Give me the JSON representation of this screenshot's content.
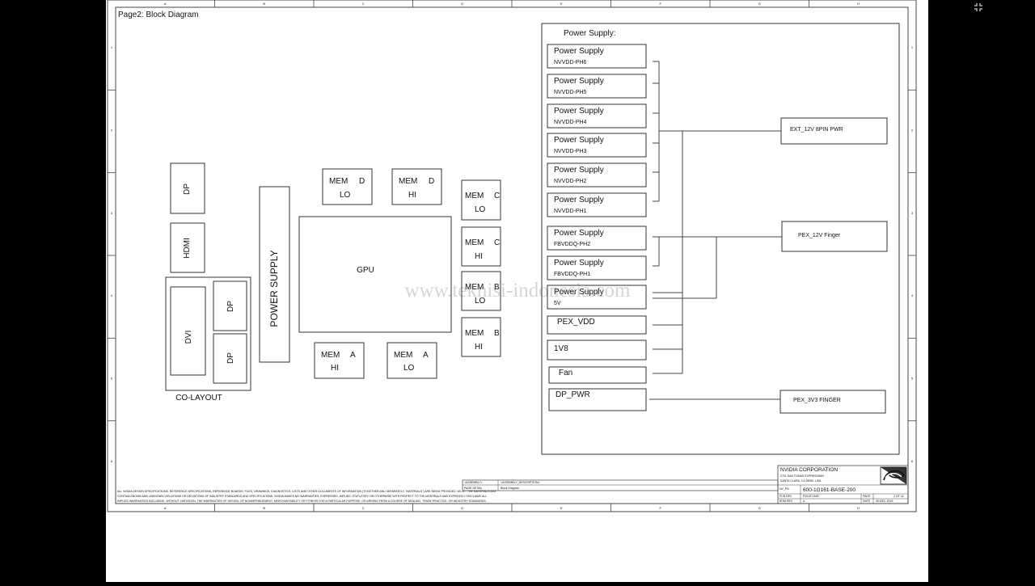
{
  "page_title": "Page2: Block Diagram",
  "watermark": "www.teknisi-indonesia.com",
  "border": {
    "columns": [
      "A",
      "B",
      "C",
      "D",
      "E",
      "F",
      "G",
      "H"
    ],
    "rows": [
      "1",
      "2",
      "3",
      "4",
      "5",
      "6"
    ]
  },
  "connectors": {
    "dp_top": "DP",
    "hdmi": "HDMI",
    "dvi": "DVI",
    "dp_a": "DP",
    "dp_b": "DP",
    "colayout": "CO-LAYOUT",
    "power_supply": "POWER SUPPLY"
  },
  "gpu": "GPU",
  "memory": [
    {
      "mem": "MEM",
      "ch": "D",
      "half": "LO"
    },
    {
      "mem": "MEM",
      "ch": "D",
      "half": "HI"
    },
    {
      "mem": "MEM",
      "ch": "C",
      "half": "LO"
    },
    {
      "mem": "MEM",
      "ch": "C",
      "half": "HI"
    },
    {
      "mem": "MEM",
      "ch": "B",
      "half": "LO"
    },
    {
      "mem": "MEM",
      "ch": "B",
      "half": "HI"
    },
    {
      "mem": "MEM",
      "ch": "A",
      "half": "HI"
    },
    {
      "mem": "MEM",
      "ch": "A",
      "half": "LO"
    }
  ],
  "power": {
    "heading": "Power Supply:",
    "rails": [
      {
        "title": "Power Supply",
        "sub": "NVVDD-PH6"
      },
      {
        "title": "Power Supply",
        "sub": "NVVDD-PH5"
      },
      {
        "title": "Power Supply",
        "sub": "NVVDD-PH4"
      },
      {
        "title": "Power Supply",
        "sub": "NVVDD-PH3"
      },
      {
        "title": "Power Supply",
        "sub": "NVVDD-PH2"
      },
      {
        "title": "Power Supply",
        "sub": "NVVDD-PH1"
      },
      {
        "title": "Power Supply",
        "sub": "FBVDDQ-PH2"
      },
      {
        "title": "Power Supply",
        "sub": "FBVDDQ-PH1"
      },
      {
        "title": "Power Supply",
        "sub": "5V"
      },
      {
        "title": "PEX_VDD",
        "sub": ""
      },
      {
        "title": "1V8",
        "sub": ""
      },
      {
        "title": "Fan",
        "sub": ""
      },
      {
        "title": "DP_PWR",
        "sub": ""
      }
    ],
    "sources": [
      "EXT_12V 8PIN PWR",
      "PEX_12V Finger",
      "PEX_3V3 FINGER"
    ]
  },
  "title_block": {
    "company": "NVIDIA CORPORATION",
    "address1": "2701 SAN TOMAS EXPRESSWAY",
    "address2": "SANTA CLARA, CA 95050, USA",
    "pn_label": "NV_PN",
    "pn_value": "600-1G161-BASE-200",
    "pcb_label": "PCB REV",
    "pcb_value": "P2010?-B00",
    "bom_label": "BOM REV",
    "bom_value": "A",
    "page_label": "PAGE",
    "page_value": "2 OF 42",
    "date_label": "DATE",
    "date_value": "30-DEC-2016",
    "assembly_label": "<ASSEMBLY>",
    "assembly_desc": "<ASSEMBLY_DESCRIPTION>",
    "page_detail_label": "PAGE DETAIL",
    "page_detail_value": "Block Diagram"
  },
  "legal_text": [
    "ALL NVIDIA DESIGN SPECIFICATIONS, REFERENCE SPECIFICATIONS, REFERENCE BOARDS, FILES, DRAWINGS, DIAGNOSTICS, LISTS AND OTHER DOCUMENTS OF INFORMATION (TOGETHER AND SEPARATELY, \"MATERIALS\") ARE BEING PROVIDED \"AS IS\". THE MATERIALS MAY",
    "CONTAIN KNOWN AND UNKNOWN VIOLATIONS OR DEVIATIONS OF INDUSTRY STANDARDS AND SPECIFICATIONS. NVIDIA MAKES NO WARRANTIES, EXPRESSED, IMPLIED, STATUTORY OR OTHERWISE WITH RESPECT TO THE MATERIALS AND EXPRESSLY DISCLAIMS ALL",
    "IMPLIED WARRANTIES INCLUDING, WITHOUT LIMITATION, THE WARRANTIES OF DESIGN, OF NONINFRINGEMENT, MERCHANTABILITY OR FITNESS FOR A PARTICULAR PURPOSE, OR ARISING FROM A COURSE OF DEALING, TRADE PRACTICE, OR INDUSTRY STANDARDS."
  ],
  "exit_icon": "exit-fullscreen-icon"
}
